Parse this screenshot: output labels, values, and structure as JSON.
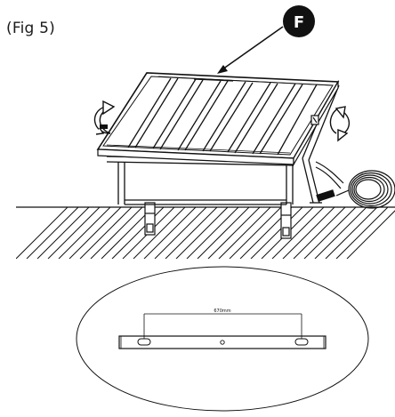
{
  "figure": {
    "label": "(Fig 5)",
    "callout": "F",
    "dimension": "670mm"
  },
  "icons": [
    "rotate-arrow-icon",
    "rotate-arrow-icon"
  ],
  "colors": {
    "ink": "#111111",
    "callout_bg": "#111111",
    "callout_text": "#ffffff"
  }
}
